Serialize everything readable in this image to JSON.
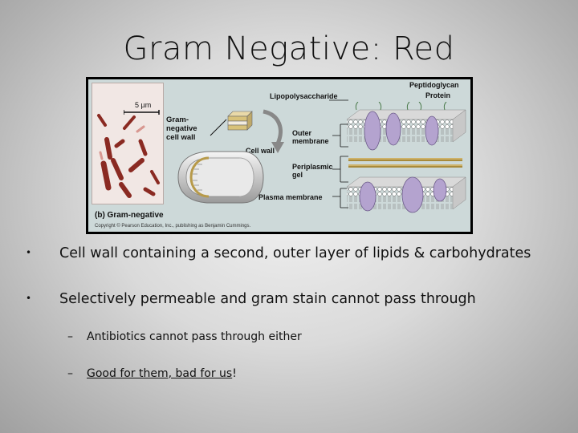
{
  "slide": {
    "title": "Gram Negative: Red"
  },
  "figure": {
    "scale_label": "5 µm",
    "wall_label": "Gram-\nnegative\ncell wall",
    "cell_wall": "Cell wall",
    "lipopolysaccharide": "Lipopolysaccharide",
    "peptidoglycan": "Peptidoglycan",
    "protein": "Protein",
    "outer_membrane": "Outer\nmembrane",
    "periplasmic_gel": "Periplasmic\ngel",
    "plasma_membrane": "Plasma membrane",
    "panel_label": "(b) Gram-negative",
    "credit": "Copyright © Pearson Education, Inc., publishing as Benjamin Cummings."
  },
  "bullets": [
    {
      "marker": "•",
      "text": "Cell wall containing a second, outer layer of lipids & carbohydrates"
    },
    {
      "marker": "•",
      "text": "Selectively permeable and gram stain cannot pass through"
    }
  ],
  "subbullets": [
    {
      "marker": "–",
      "text": "Antibiotics cannot pass through either"
    },
    {
      "marker": "–",
      "text_link": "Good for them, bad for us",
      "text_after": "!"
    }
  ]
}
